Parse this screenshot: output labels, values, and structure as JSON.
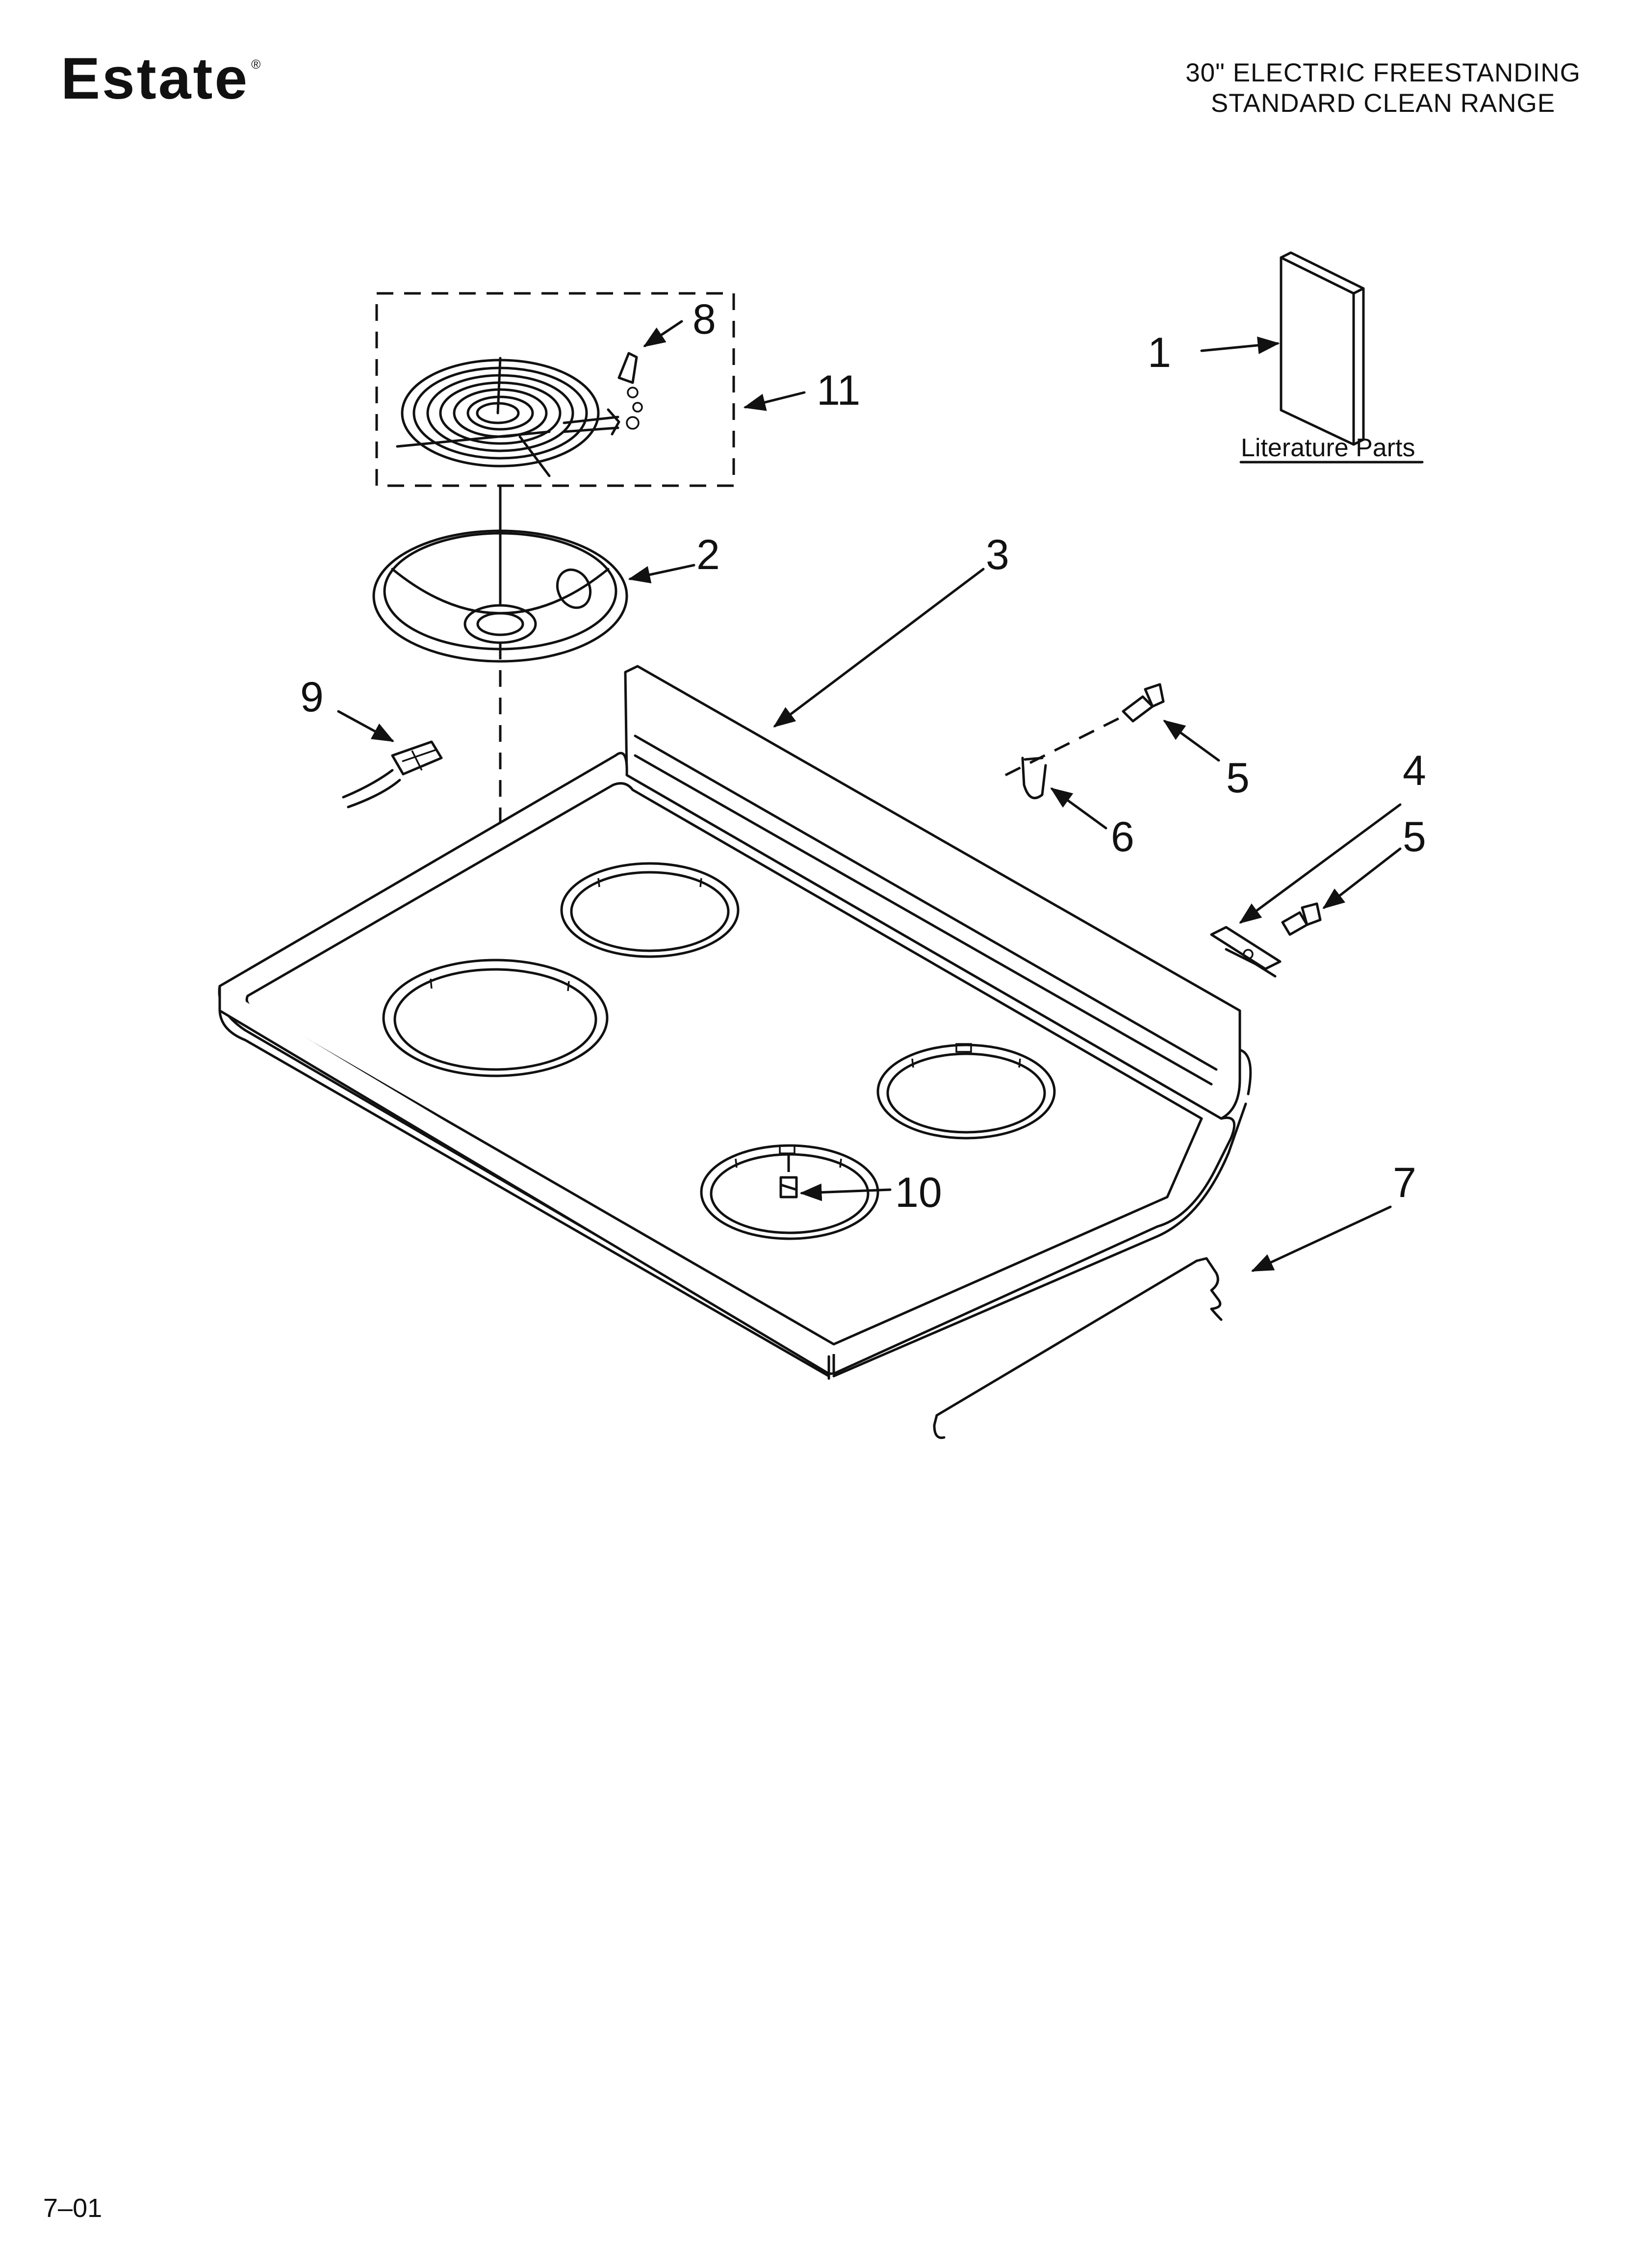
{
  "header": {
    "brand": "Estate",
    "registered_mark": "®",
    "title_line1": "30\" ELECTRIC FREESTANDING",
    "title_line2": "STANDARD CLEAN RANGE"
  },
  "footer": {
    "page_code": "7–01"
  },
  "literature_label": "Literature Parts",
  "callouts": {
    "c1": "1",
    "c2": "2",
    "c3": "3",
    "c4": "4",
    "c5a": "5",
    "c5b": "5",
    "c6": "6",
    "c7": "7",
    "c8": "8",
    "c9": "9",
    "c10": "10",
    "c11": "11"
  }
}
